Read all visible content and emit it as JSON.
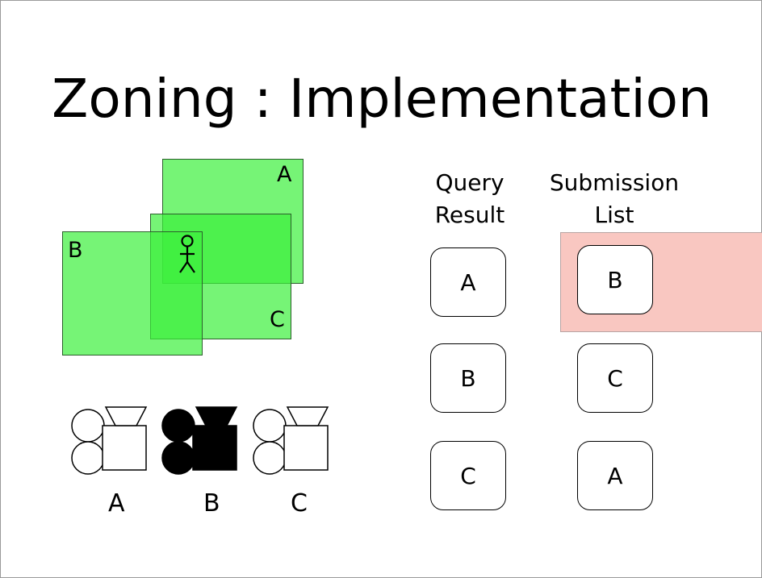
{
  "title": "Zoning : Implementation",
  "headers": {
    "query_result": [
      "Query",
      "Result"
    ],
    "submission_list": [
      "Submission",
      "List"
    ]
  },
  "zones": [
    {
      "label": "A",
      "color": "#3cf03c"
    },
    {
      "label": "C",
      "color": "#3cf03c"
    },
    {
      "label": "B",
      "color": "#3cf03c"
    }
  ],
  "query_result": [
    "A",
    "B",
    "C"
  ],
  "submission_list": [
    "B",
    "C",
    "A"
  ],
  "cameras": [
    {
      "label": "A",
      "state": "inactive"
    },
    {
      "label": "B",
      "state": "active"
    },
    {
      "label": "C",
      "state": "inactive"
    }
  ],
  "colors": {
    "zone_fill": "#3cf03c",
    "highlight": "#f9c7c1",
    "active_camera": "#000000"
  }
}
